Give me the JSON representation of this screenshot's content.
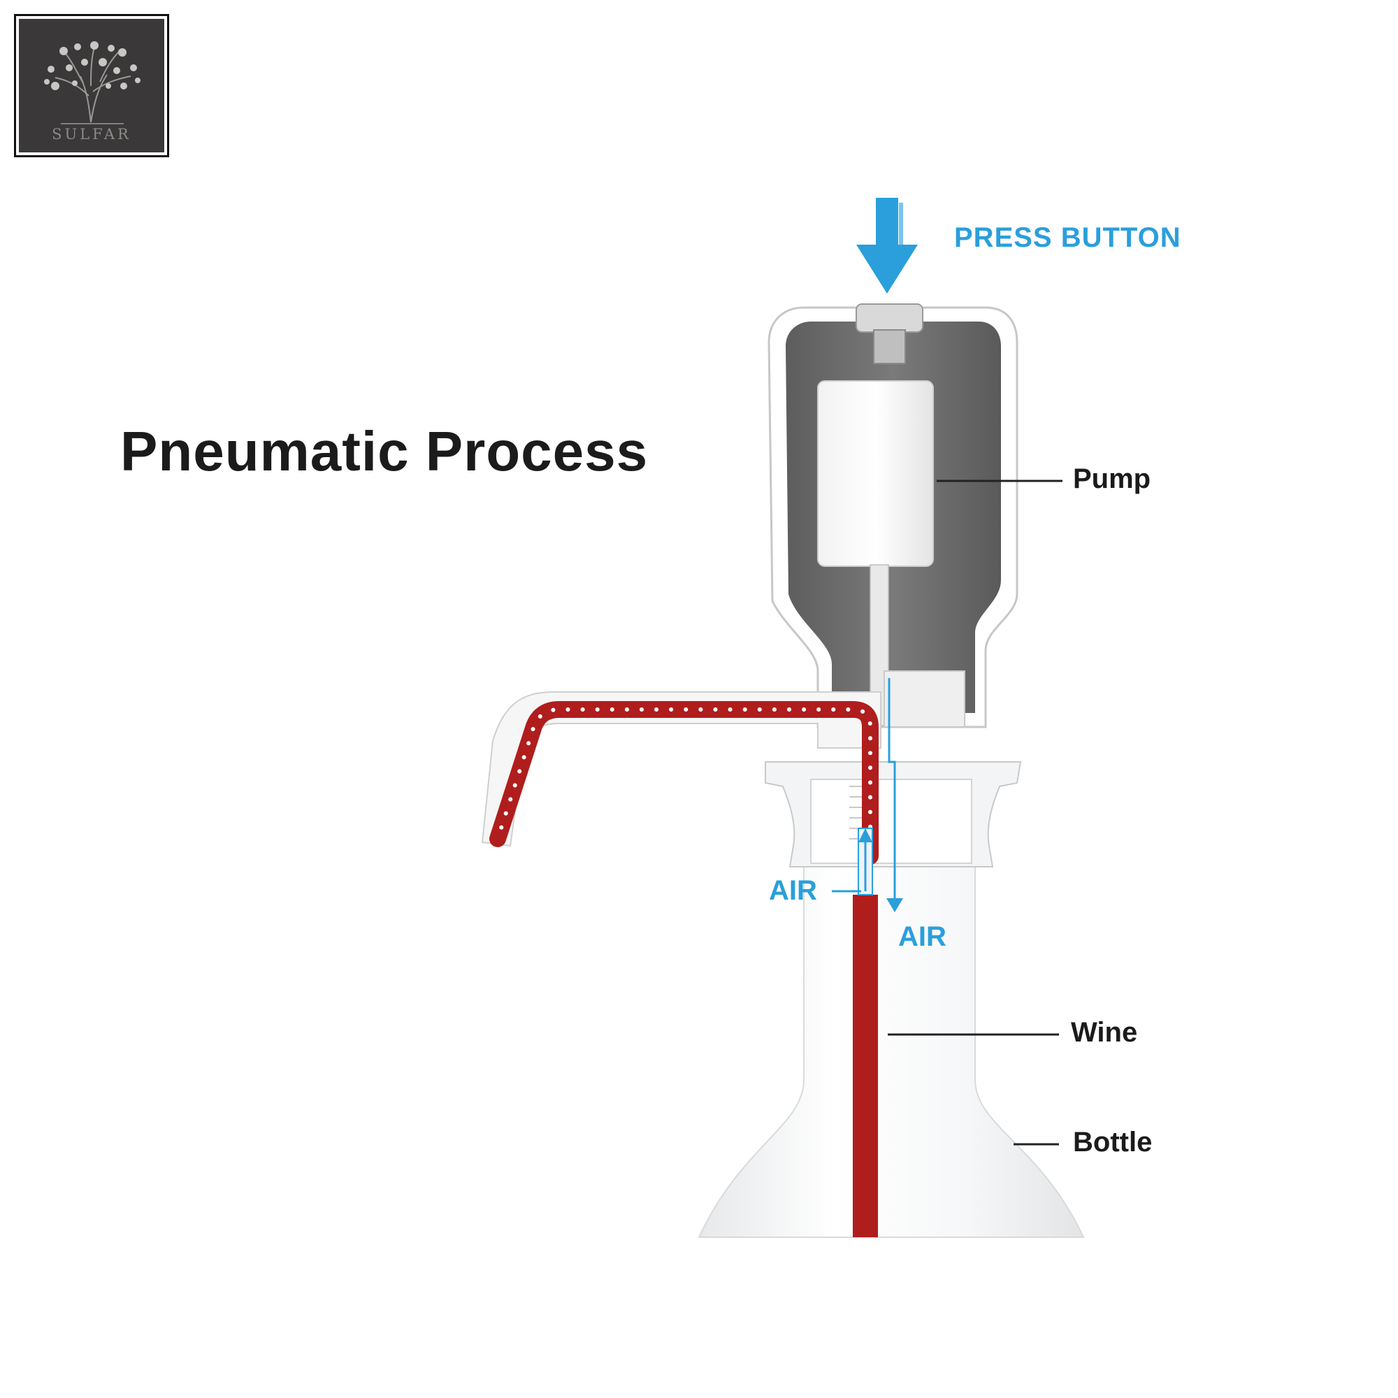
{
  "logo": {
    "wordmark": "SULFAR"
  },
  "diagram": {
    "title": "Pneumatic Process",
    "labels": {
      "press_button": "PRESS BUTTON",
      "pump": "Pump",
      "air_left": "AIR",
      "air_right": "AIR",
      "wine": "Wine",
      "bottle": "Bottle"
    },
    "colors": {
      "air_arrow": "#2a9fdc",
      "wine": "#b01d1d",
      "pump_housing": "#6e6e6e",
      "title_text": "#1b1b1b"
    }
  }
}
